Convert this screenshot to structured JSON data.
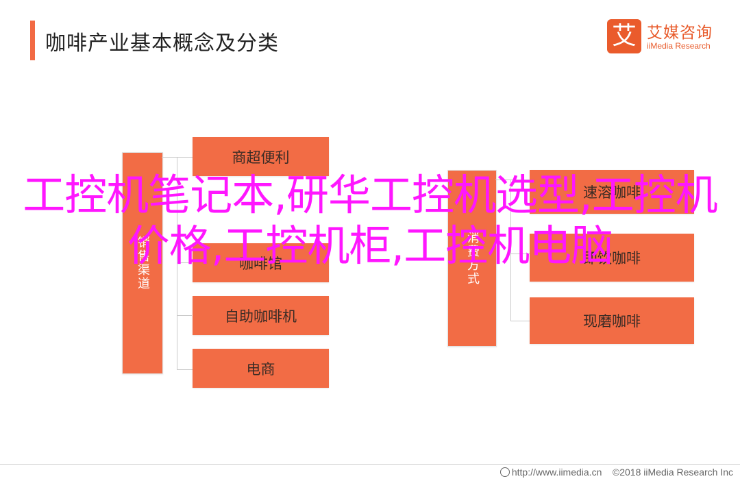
{
  "header": {
    "title": "咖啡产业基本概念及分类"
  },
  "logo": {
    "name": "艾媒咨询",
    "subtitle": "iiMedia Research",
    "mark": "艾"
  },
  "diagram": {
    "left": {
      "category": "销售渠道",
      "items": [
        "商超便利",
        "咖啡馆",
        "自助咖啡机",
        "电商"
      ]
    },
    "right": {
      "category": "消费方式",
      "items": [
        "速溶咖啡",
        "即饮咖啡",
        "现磨咖啡"
      ]
    }
  },
  "overlay": {
    "text": "工控机笔记本,研华工控机选型,工控机价格,工控机柜,工控机电脑"
  },
  "footer": {
    "url": "http://www.iimedia.cn",
    "copyright": "©2018  iiMedia Research  Inc"
  },
  "colors": {
    "accent": "#f26c45",
    "overlay": "#ff16ff"
  }
}
